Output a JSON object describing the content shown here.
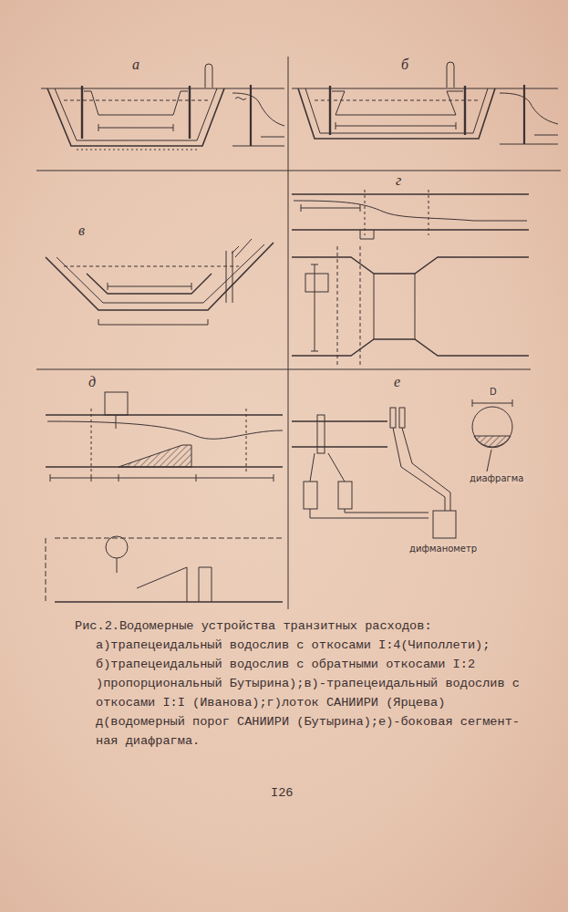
{
  "diagram": {
    "caption": "Рис.2.Водомерные устройства транзитных расходов: а)трапецеидальный водослив с откосами I:4(Чиполлети); б)трапецеидальный водослив с обратными откосами I:2 )пропорциональный Бутырина);в)-трапецеидальный водослив с откосами I:I (Иванова);г)лоток САНИИРИ (Ярцева) д(водомерный порог САНИИРИ (Бутырина);е)-боковая сегмент- ная диафрагма.",
    "labels": [
      "а",
      "б",
      "в",
      "г",
      "д",
      "е",
      "D",
      "дифманометр",
      "диафрагма",
      "I26"
    ]
  }
}
